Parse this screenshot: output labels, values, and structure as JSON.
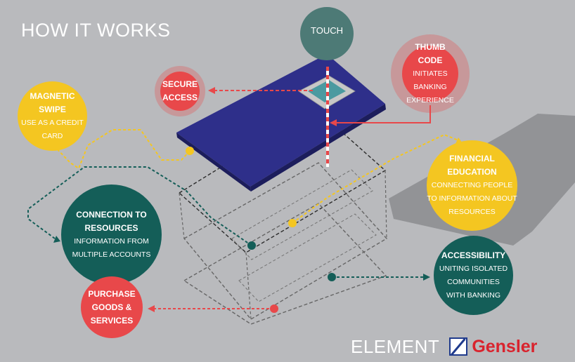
{
  "header": {
    "title": "HOW IT WORKS"
  },
  "touch": {
    "label": "TOUCH"
  },
  "thumb_code": {
    "title": "THUMB CODE",
    "lines": [
      "INITIATES",
      "BANKING",
      "EXPERIENCE"
    ]
  },
  "secure_access": {
    "lines": [
      "SECURE",
      "ACCESS"
    ]
  },
  "magnetic_swipe": {
    "title_lines": [
      "MAGNETIC",
      "SWIPE"
    ],
    "lines": [
      "USE AS A CREDIT",
      "CARD"
    ]
  },
  "connection": {
    "title_lines": [
      "CONNECTION TO",
      "RESOURCES"
    ],
    "lines": [
      "INFORMATION FROM",
      "MULTIPLE ACCOUNTS"
    ]
  },
  "financial": {
    "title_lines": [
      "FINANCIAL",
      "EDUCATION"
    ],
    "lines": [
      "CONNECTING PEOPLE",
      "TO INFORMATION ABOUT",
      "RESOURCES"
    ]
  },
  "accessibility": {
    "title": "ACCESSIBILITY",
    "lines": [
      "UNITING ISOLATED",
      "COMMUNITIES",
      "WITH BANKING"
    ]
  },
  "purchase": {
    "lines": [
      "PURCHASE",
      "GOODS &",
      "SERVICES"
    ]
  },
  "footer": {
    "element": "ELEMENT",
    "gensler": "Gensler"
  },
  "colors": {
    "background": "#b9babd",
    "card": "#2e2f8a",
    "yellow": "#f4c621",
    "teal": "#145e58",
    "red": "#e8484a",
    "touch_teal": "#4d7a76"
  }
}
